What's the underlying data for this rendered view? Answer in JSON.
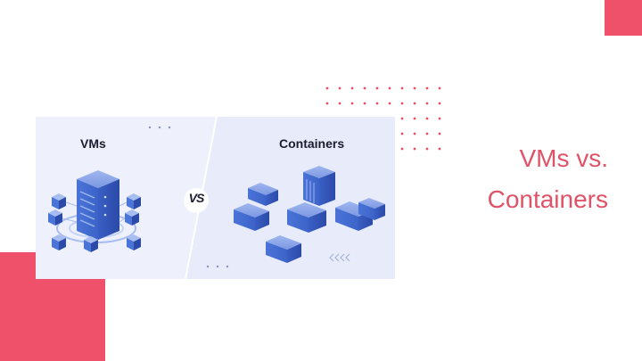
{
  "slide": {
    "title_line1": "VMs vs.",
    "title_line2": "Containers"
  },
  "illustration": {
    "left_label": "VMs",
    "right_label": "Containers",
    "vs_badge": "VS"
  },
  "colors": {
    "accent": "#f0516a",
    "title": "#e05267",
    "server_blue": "#3c64c8",
    "card_left_bg": "#eef1fb",
    "card_right_bg": "#e7ebfa",
    "dot": "#e05267"
  }
}
